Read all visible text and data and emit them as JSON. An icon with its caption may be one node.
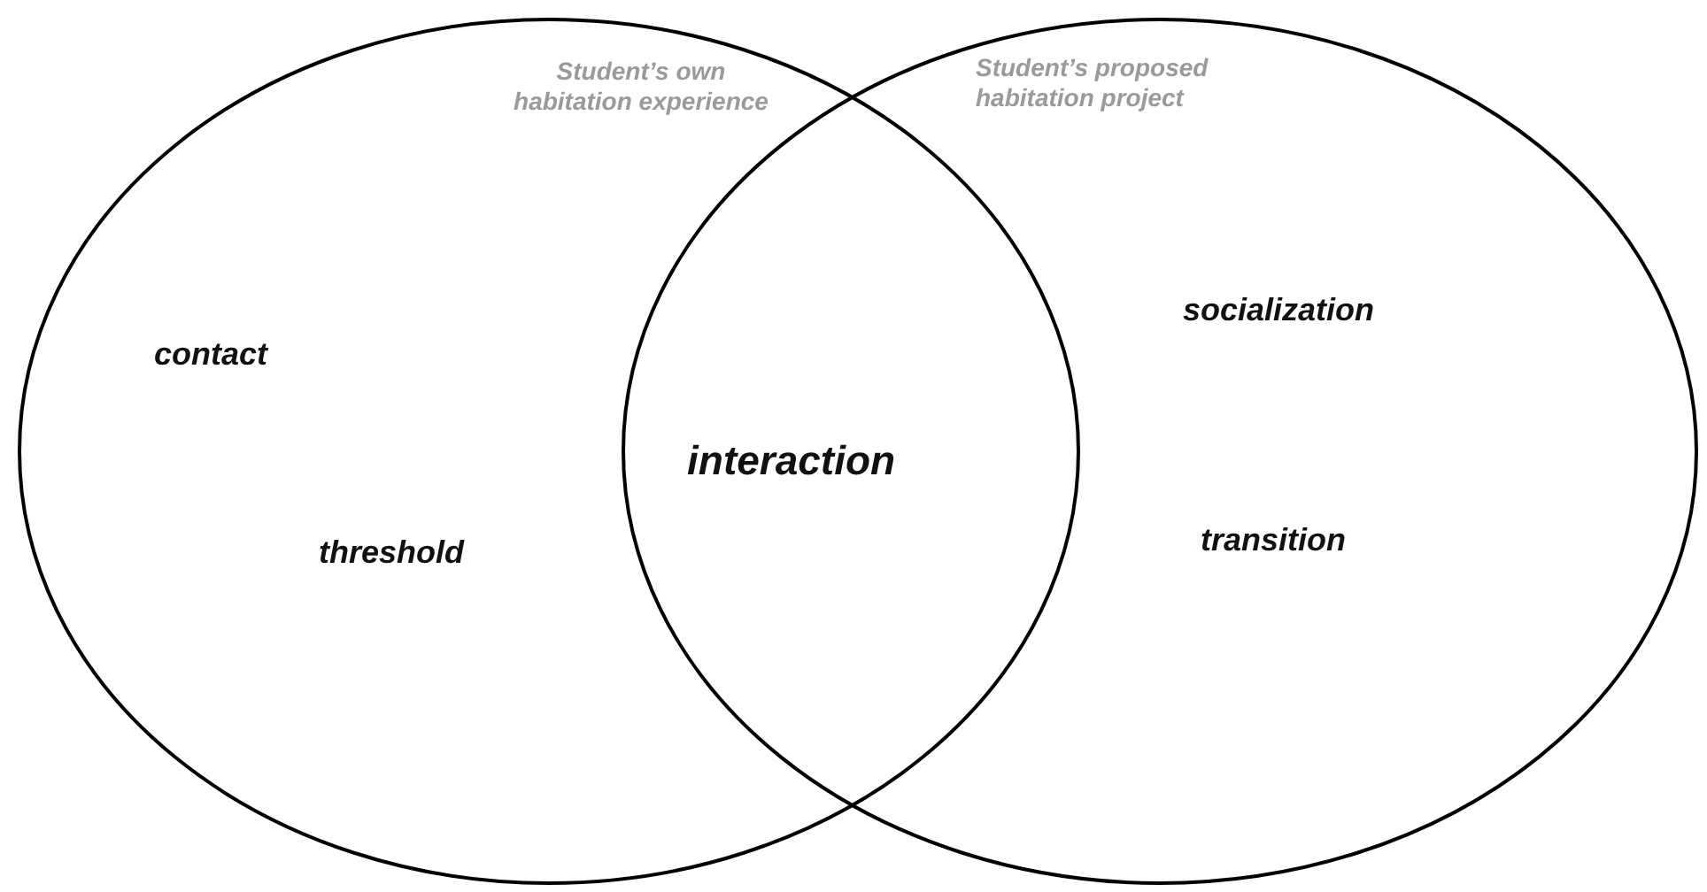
{
  "diagram": {
    "nodes": [
      {
        "text": [
          "Student’s own habitation experience"
        ]
      },
      {
        "text": [
          "Student’s proposed habitation project"
        ]
      }
    ],
    "labels": [
      "contact",
      "socialization",
      "interaction",
      "threshold",
      "transition"
    ]
  }
}
